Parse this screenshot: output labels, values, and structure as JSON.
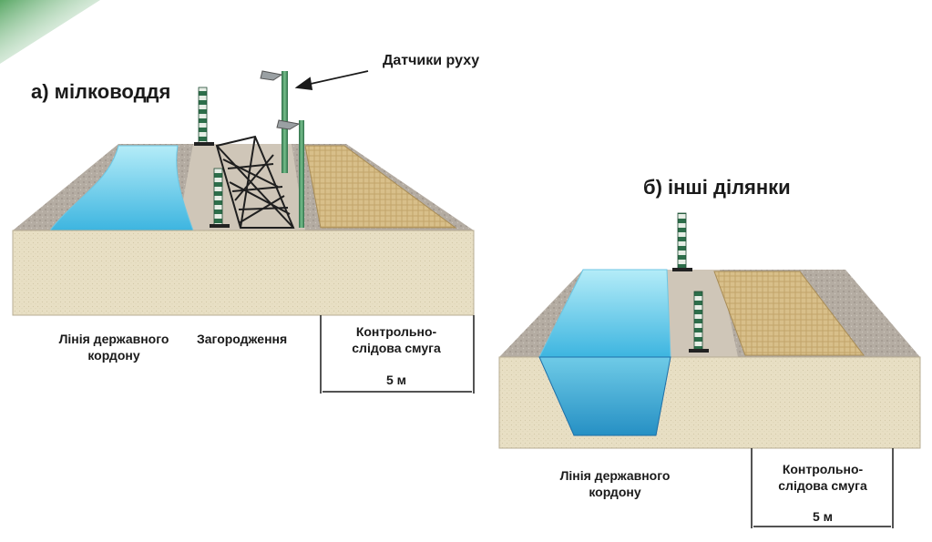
{
  "section_a": {
    "title": "а) мілководдя",
    "sensors_label": "Датчики руху",
    "border_line_1": "Лінія державного",
    "border_line_2": "кордону",
    "fence_label": "Загородження",
    "strip_line_1": "Контрольно-",
    "strip_line_2": "слідова смуга",
    "width_label": "5 м"
  },
  "section_b": {
    "title": "б) інші ділянки",
    "border_line_1": "Лінія державного",
    "border_line_2": "кордону",
    "strip_line_1": "Контрольно-",
    "strip_line_2": "слідова смуга",
    "width_label": "5 м"
  },
  "colors": {
    "soil_front": "#e8dfc4",
    "soil_top": "#b4aca2",
    "path_top": "#cfc6b8",
    "sand_strip": "#d8bf8a",
    "water_light": "#7ed3ea",
    "water_deep": "#2aa0d2",
    "pole_post": "#4e9a6a",
    "fence": "#222222"
  }
}
